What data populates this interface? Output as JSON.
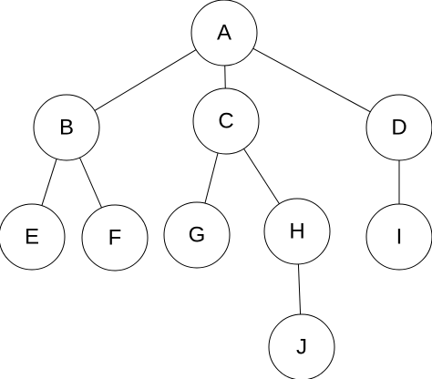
{
  "tree": {
    "nodes": [
      {
        "id": "A",
        "label": "A"
      },
      {
        "id": "B",
        "label": "B"
      },
      {
        "id": "C",
        "label": "C"
      },
      {
        "id": "D",
        "label": "D"
      },
      {
        "id": "E",
        "label": "E"
      },
      {
        "id": "F",
        "label": "F"
      },
      {
        "id": "G",
        "label": "G"
      },
      {
        "id": "H",
        "label": "H"
      },
      {
        "id": "I",
        "label": "I"
      },
      {
        "id": "J",
        "label": "J"
      }
    ],
    "edges": [
      {
        "from": "A",
        "to": "B"
      },
      {
        "from": "A",
        "to": "C"
      },
      {
        "from": "A",
        "to": "D"
      },
      {
        "from": "B",
        "to": "E"
      },
      {
        "from": "B",
        "to": "F"
      },
      {
        "from": "C",
        "to": "G"
      },
      {
        "from": "C",
        "to": "H"
      },
      {
        "from": "D",
        "to": "I"
      },
      {
        "from": "H",
        "to": "J"
      }
    ]
  }
}
